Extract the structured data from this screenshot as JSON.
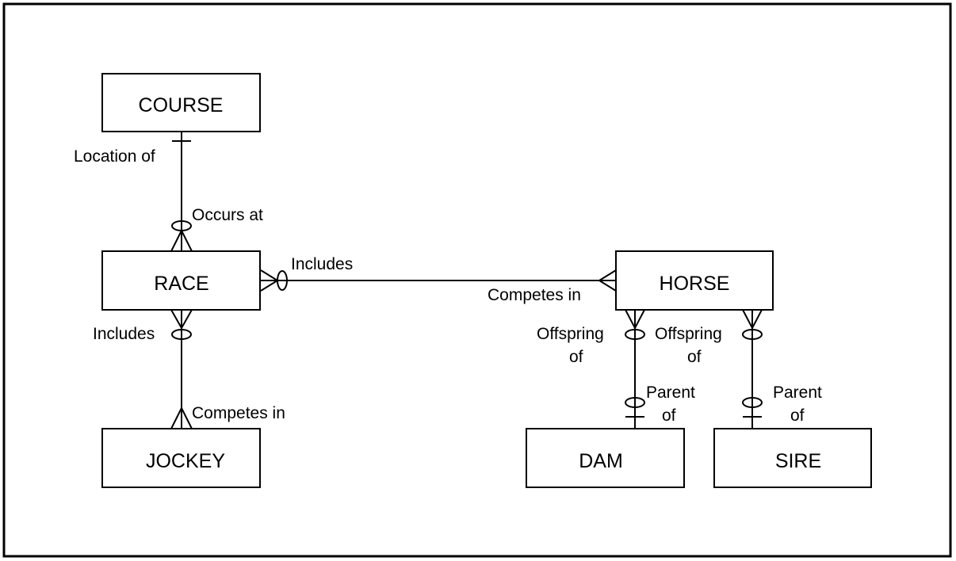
{
  "diagram": {
    "entities": {
      "course": "COURSE",
      "race": "RACE",
      "jockey": "JOCKEY",
      "horse": "HORSE",
      "dam": "DAM",
      "sire": "SIRE"
    },
    "relationships": {
      "course_location_of": "Location of",
      "race_occurs_at": "Occurs at",
      "race_includes_horse": "Includes",
      "horse_competes_in_race": "Competes in",
      "race_includes_jockey": "Includes",
      "jockey_competes_in": "Competes in",
      "horse_dam_offspring_line1": "Offspring",
      "horse_dam_offspring_line2": "of",
      "horse_sire_offspring_line1": "Offspring",
      "horse_sire_offspring_line2": "of",
      "dam_parent_line1": "Parent",
      "dam_parent_line2": "of",
      "sire_parent_line1": "Parent",
      "sire_parent_line2": "of"
    }
  }
}
